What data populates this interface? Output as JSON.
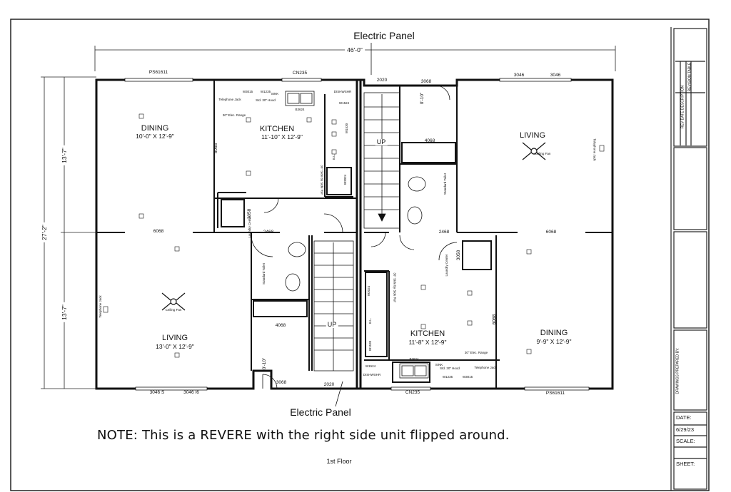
{
  "plan": {
    "overall_width": "46'-0\"",
    "overall_depth": "27'-2\"",
    "half_depth_top": "13'-7\"",
    "half_depth_bottom": "13'-7\"",
    "electric_panel_top": "Electric Panel",
    "electric_panel_bottom": "Electric Panel",
    "note": "NOTE: This is a REVERE with the right side unit flipped around.",
    "floor_label": "1st Floor"
  },
  "left_unit": {
    "dining_name": "DINING",
    "dining_size": "10'-0\" X 12'-9\"",
    "kitchen_name": "KITCHEN",
    "kitchen_size": "11'-10\" X 12'-9\"",
    "living_name": "LIVING",
    "living_size": "13'-0\" X 12'-9\"",
    "stair_label": "UP",
    "window_top": "PS61611",
    "window_kitchen": "CN235",
    "window_bottom_1": "3046 S",
    "window_bottom_2": "3046 I6",
    "door_6068_top": "6068",
    "door_6068_mid": "6068",
    "door_3058": "3058",
    "door_2468": "2468",
    "door_4068": "4068",
    "door_3068": "3068",
    "door_2020": "2020",
    "door_0100": "0'-10\"",
    "fixtures": {
      "ceiling_fan": "Ceiling Fan",
      "telephone_jack": "Telephone Jack",
      "elec_range": "30\" Elec. Range",
      "std_hood": "Std. 30\" Hood",
      "side_by_side": "36\" Side by Side Ref",
      "toilet": "Standard Toilet",
      "laundry": "Laundry Center",
      "tel_jack_kitchen": "Telephone Jack",
      "sink": "SINK",
      "w3015": "W3015",
      "w1235": "W1235",
      "dishwasher": "DISHWSHR",
      "b3624": "B3624",
      "w3024": "W3024",
      "w1524": "W1524",
      "bl": "B.L.",
      "w1530": "W1530"
    }
  },
  "right_unit": {
    "living_name": "LIVING",
    "kitchen_name": "KITCHEN",
    "kitchen_size": "11'-8\" X 12'-9\"",
    "dining_name": "DINING",
    "dining_size": "9'-9\" X 12'-9\"",
    "stair_label": "UP",
    "window_top_1": "3046",
    "window_top_2": "3046",
    "window_kitchen": "CN235",
    "window_bottom": "PS61611",
    "door_2020": "2020",
    "door_3068": "3068",
    "door_0100": "0'-10\"",
    "door_4068": "4068",
    "door_2468": "2468",
    "door_6068_mid": "6068",
    "door_6068_side": "6068",
    "door_3058": "3058",
    "fixtures": {
      "ceiling_fan": "Ceiling Fan",
      "telephone_jack": "Telephone Jack",
      "elec_range": "30\" Elec. Range",
      "std_hood": "Std. 30\" Hood",
      "side_by_side": "36\" Side by Side Ref",
      "toilet": "Standard Toilet",
      "laundry": "Laundry Center",
      "tel_jack_kitchen": "Telephone Jack",
      "sink": "SINK",
      "w3015": "W3015",
      "w1235": "W1235",
      "dishwasher": "DISHWSHR",
      "b3624": "B3624",
      "w3024": "W3024",
      "w1524": "W1524",
      "bl": "B.L.",
      "w1530": "W1530"
    }
  },
  "title_block": {
    "revisions": "REVISION TABLE",
    "rev_cols": "REV  DATE  DESCRIPTION",
    "drawings_for": "DRAWINGS PREPARED BY:",
    "date_label": "DATE:",
    "date_value": "6/29/23",
    "scale_label": "SCALE:",
    "sheet_label": "SHEET:"
  }
}
